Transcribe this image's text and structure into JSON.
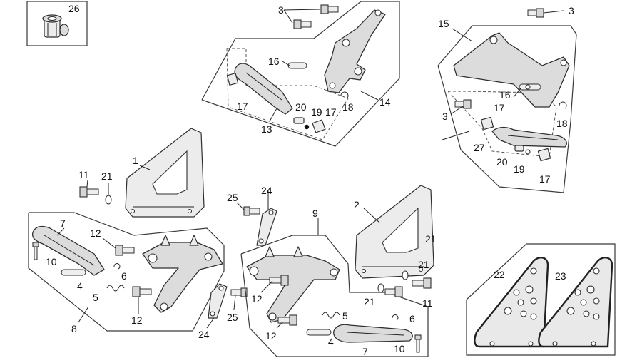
{
  "figure": {
    "callouts": {
      "c1": "1",
      "c2": "2",
      "c3a": "3",
      "c3b": "3",
      "c3c": "3",
      "c4a": "4",
      "c4b": "4",
      "c5a": "5",
      "c5b": "5",
      "c6a": "6",
      "c6b": "6",
      "c7a": "7",
      "c7b": "7",
      "c8": "8",
      "c9": "9",
      "c10a": "10",
      "c10b": "10",
      "c11a": "11",
      "c11b": "11",
      "c12a": "12",
      "c12b": "12",
      "c12c": "12",
      "c12d": "12",
      "c13": "13",
      "c14": "14",
      "c15": "15",
      "c16a": "16",
      "c16b": "16",
      "c17a": "17",
      "c17b": "17",
      "c17c": "17",
      "c17d": "17",
      "c18a": "18",
      "c18b": "18",
      "c19a": "19",
      "c19b": "19",
      "c20a": "20",
      "c20b": "20",
      "c21a": "21",
      "c21b": "21",
      "c21c": "21",
      "c21d": "21",
      "c22": "22",
      "c23": "23",
      "c24a": "24",
      "c24b": "24",
      "c25a": "25",
      "c25b": "25",
      "c26": "26",
      "c27": "27"
    }
  }
}
